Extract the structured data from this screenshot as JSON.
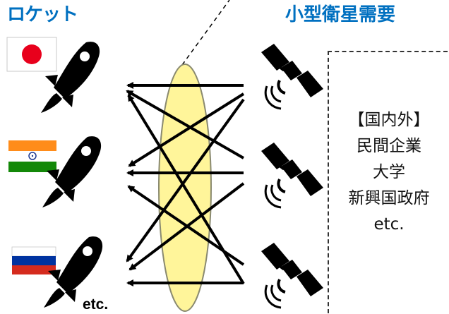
{
  "rocket_heading": "ロケット",
  "satellite_heading": "小型衛星需要",
  "rocket_etc": "etc.",
  "demand": {
    "lines": [
      "【国内外】",
      "民間企業",
      "大学",
      "新興国政府",
      "etc."
    ]
  },
  "flags": [
    "japan-flag",
    "india-flag",
    "russia-flag"
  ],
  "colors": {
    "heading": "#0070c0",
    "matching_ellipse_fill": "#fff59a",
    "matching_ellipse_stroke": "#8a8a70",
    "arrows": "#000000",
    "japan_red": "#e8001c",
    "india_saffron": "#ff8c1a",
    "india_green": "#138808",
    "russia_blue": "#0033a0",
    "russia_red": "#d52b1e"
  }
}
